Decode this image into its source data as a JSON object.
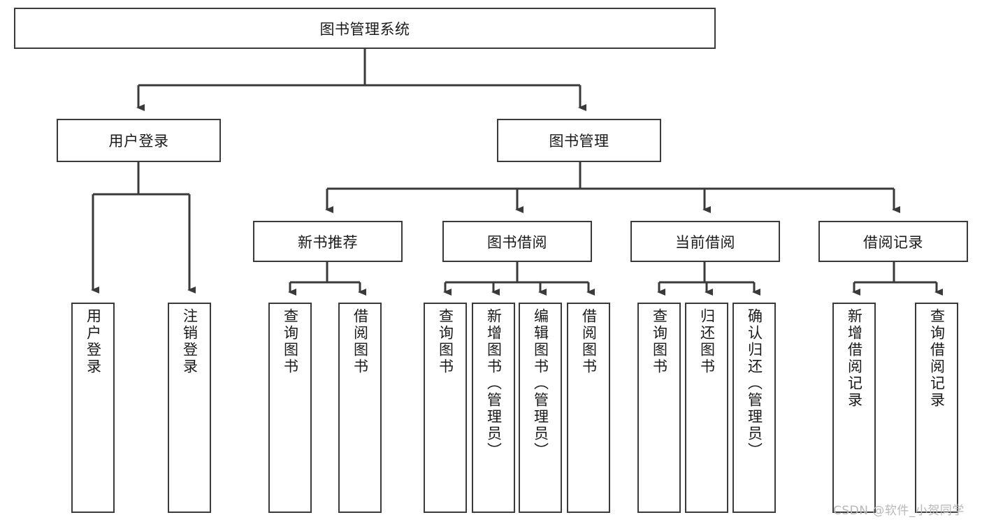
{
  "diagram": {
    "type": "tree-hierarchy",
    "title": "图书管理系统",
    "root": {
      "label": "图书管理系统",
      "children": [
        {
          "label": "用户登录",
          "children": [
            {
              "label": "用户登录"
            },
            {
              "label": "注销登录"
            }
          ]
        },
        {
          "label": "图书管理",
          "children": [
            {
              "label": "新书推荐",
              "children": [
                {
                  "label": "查询图书"
                },
                {
                  "label": "借阅图书"
                }
              ]
            },
            {
              "label": "图书借阅",
              "children": [
                {
                  "label": "查询图书"
                },
                {
                  "label": "新增图书（管理员）"
                },
                {
                  "label": "编辑图书（管理员）"
                },
                {
                  "label": "借阅图书"
                }
              ]
            },
            {
              "label": "当前借阅",
              "children": [
                {
                  "label": "查询图书"
                },
                {
                  "label": "归还图书"
                },
                {
                  "label": "确认归还（管理员）"
                }
              ]
            },
            {
              "label": "借阅记录",
              "children": [
                {
                  "label": "新增借阅记录"
                },
                {
                  "label": "查询借阅记录"
                }
              ]
            }
          ]
        }
      ]
    }
  },
  "nodes": {
    "root": "图书管理系统",
    "l1_user_login": "用户登录",
    "l1_book_mgmt": "图书管理",
    "l2_new_book": "新书推荐",
    "l2_borrow": "图书借阅",
    "l2_current": "当前借阅",
    "l2_record": "借阅记录",
    "leaf_user_login": "用户登录",
    "leaf_logout": "注销登录",
    "leaf_nb_query": "查询图书",
    "leaf_nb_borrow": "借阅图书",
    "leaf_bb_query": "查询图书",
    "leaf_bb_add": "新增图书（管理员）",
    "leaf_bb_edit": "编辑图书（管理员）",
    "leaf_bb_borrow": "借阅图书",
    "leaf_cb_query": "查询图书",
    "leaf_cb_return": "归还图书",
    "leaf_cb_confirm": "确认归还（管理员）",
    "leaf_rec_add": "新增借阅记录",
    "leaf_rec_query": "查询借阅记录"
  },
  "watermark": {
    "text": "CSDN @软件_小贺同学"
  },
  "colors": {
    "stroke": "#3a3a3a",
    "fill": "#ffffff",
    "text": "#1a1a1a",
    "watermark": "#b8b8b8"
  }
}
